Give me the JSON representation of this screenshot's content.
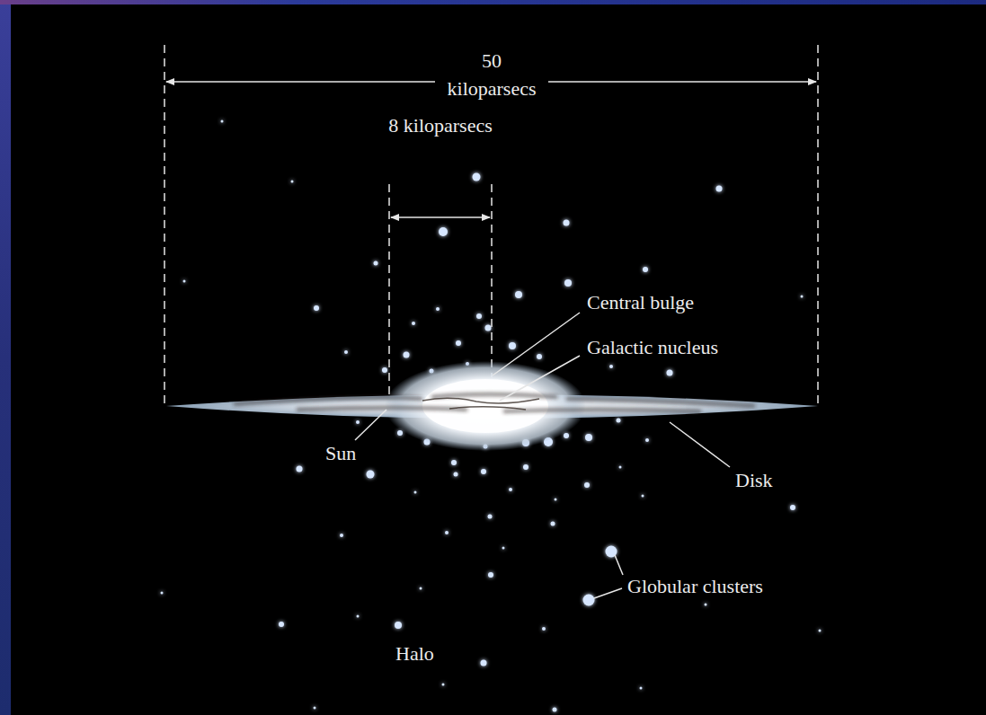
{
  "diagram": {
    "labels": [
      "50 kiloparsecs",
      "8 kiloparsecs",
      "Central bulge",
      "Galactic nucleus",
      "Sun",
      "Disk",
      "Globular clusters",
      "Halo"
    ]
  }
}
